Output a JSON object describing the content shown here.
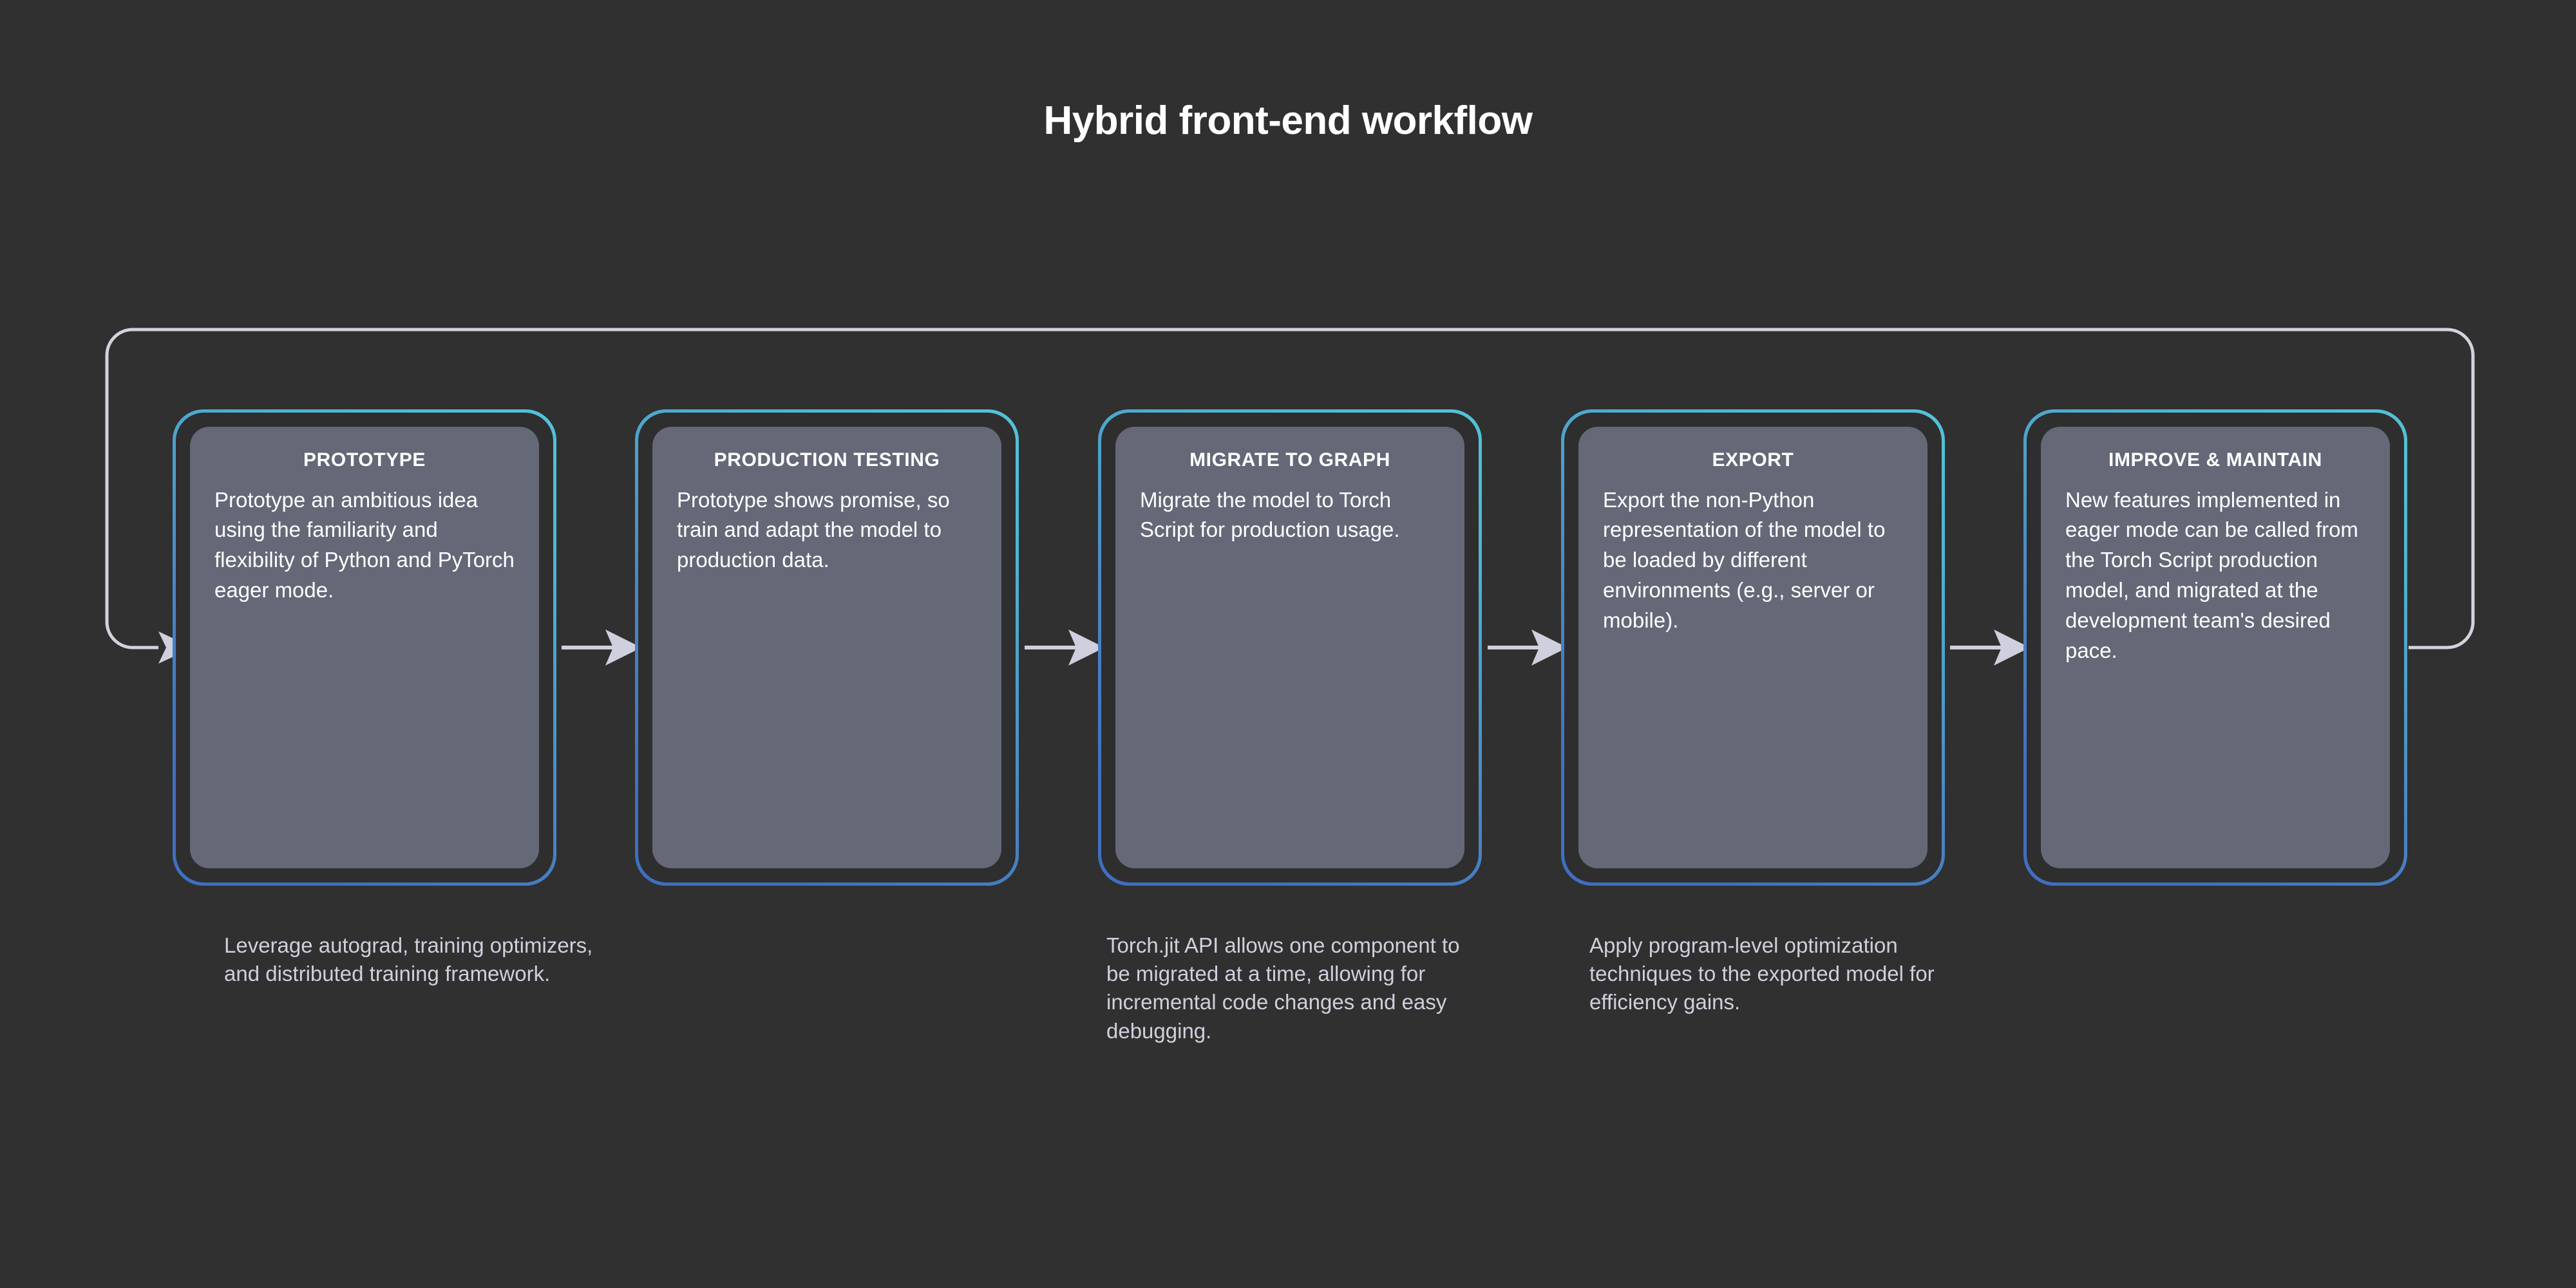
{
  "title": "Hybrid front-end workflow",
  "colors": {
    "background": "#303030",
    "card_fill": "#646877",
    "card_gap": "#2e2e2e",
    "border_start": "#3f6fc0",
    "border_end": "#53c3d8",
    "arrow": "#cfcfdd",
    "loop_line": "#d3d3de",
    "title_text": "#ffffff",
    "card_text": "#ffffff",
    "caption_text": "#cfcfdd"
  },
  "flow": {
    "steps": [
      {
        "title": "PROTOTYPE",
        "body": "Prototype an ambitious idea using the familiarity and flexibility of Python and PyTorch eager mode.",
        "caption": "Leverage autograd, training optimizers, and distributed training framework."
      },
      {
        "title": "PRODUCTION TESTING",
        "body": "Prototype shows promise, so train and adapt the model to production data.",
        "caption": ""
      },
      {
        "title": "MIGRATE TO GRAPH",
        "body": "Migrate the model to Torch Script for production usage.",
        "caption": "Torch.jit API allows one component to be migrated at a time, allowing for incremental code changes and easy debugging."
      },
      {
        "title": "EXPORT",
        "body": "Export the non-Python representation of the model to be loaded by different environments (e.g., server or mobile).",
        "caption": "Apply program-level optimization techniques to the exported model for efficiency gains."
      },
      {
        "title": "IMPROVE & MAINTAIN",
        "body": "New features implemented in eager mode can be called from the Torch Script production model, and migrated at the development team's desired pace.",
        "caption": ""
      }
    ],
    "connector_count": 4,
    "feedback_loop": {
      "description": "feedback loop from last step back to first step",
      "direction": "right-to-left"
    }
  }
}
